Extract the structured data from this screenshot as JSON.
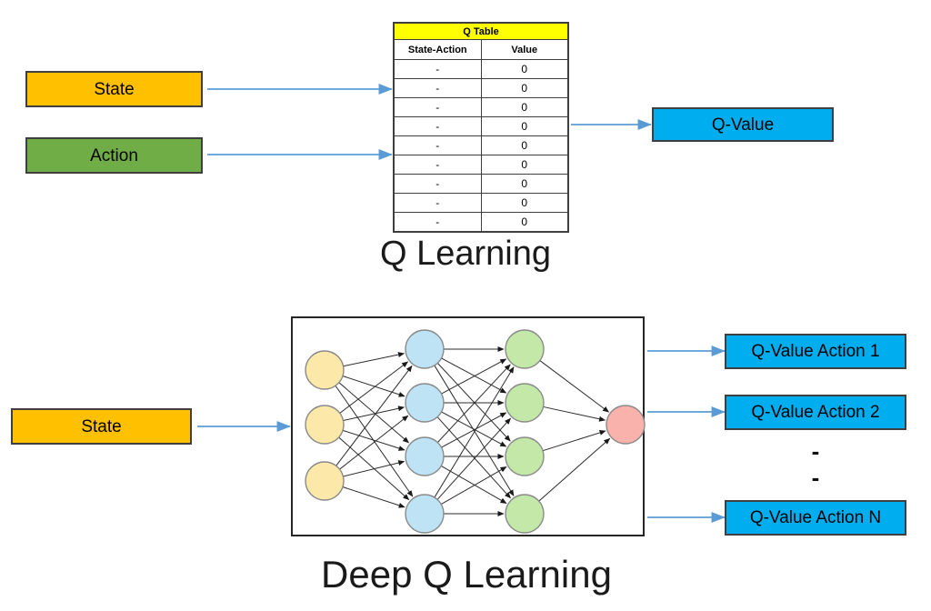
{
  "colors": {
    "state_fill": "#FFC000",
    "action_fill": "#70AD47",
    "qvalue_fill": "#00AEEF",
    "table_header_fill": "#FFFF00",
    "arrow": "#5B9BD5",
    "node_input": "#FCE8A8",
    "node_hidden1": "#BDE3F5",
    "node_hidden2": "#C3E8A8",
    "node_output": "#F9B3AC",
    "box_border": "#3f3f3f"
  },
  "q_learning": {
    "section_title": "Q Learning",
    "state_box": {
      "label": "State"
    },
    "action_box": {
      "label": "Action"
    },
    "output_box": {
      "label": "Q-Value"
    },
    "q_table": {
      "title": "Q Table",
      "columns": [
        "State-Action",
        "Value"
      ],
      "rows": [
        [
          "-",
          "0"
        ],
        [
          "-",
          "0"
        ],
        [
          "-",
          "0"
        ],
        [
          "-",
          "0"
        ],
        [
          "-",
          "0"
        ],
        [
          "-",
          "0"
        ],
        [
          "-",
          "0"
        ],
        [
          "-",
          "0"
        ],
        [
          "-",
          "0"
        ]
      ]
    }
  },
  "deep_q_learning": {
    "section_title": "Deep Q Learning",
    "state_box": {
      "label": "State"
    },
    "network": {
      "layers": [
        {
          "name": "input-layer",
          "node_count": 3,
          "color": "#FCE8A8"
        },
        {
          "name": "hidden-layer-1",
          "node_count": 4,
          "color": "#BDE3F5"
        },
        {
          "name": "hidden-layer-2",
          "node_count": 4,
          "color": "#C3E8A8"
        },
        {
          "name": "output-layer",
          "node_count": 1,
          "color": "#F9B3AC"
        }
      ]
    },
    "output_boxes": [
      {
        "label": "Q-Value Action 1"
      },
      {
        "label": "Q-Value Action 2"
      },
      {
        "label": "Q-Value Action N"
      }
    ],
    "ellipsis_marks": [
      "-",
      "-"
    ]
  }
}
